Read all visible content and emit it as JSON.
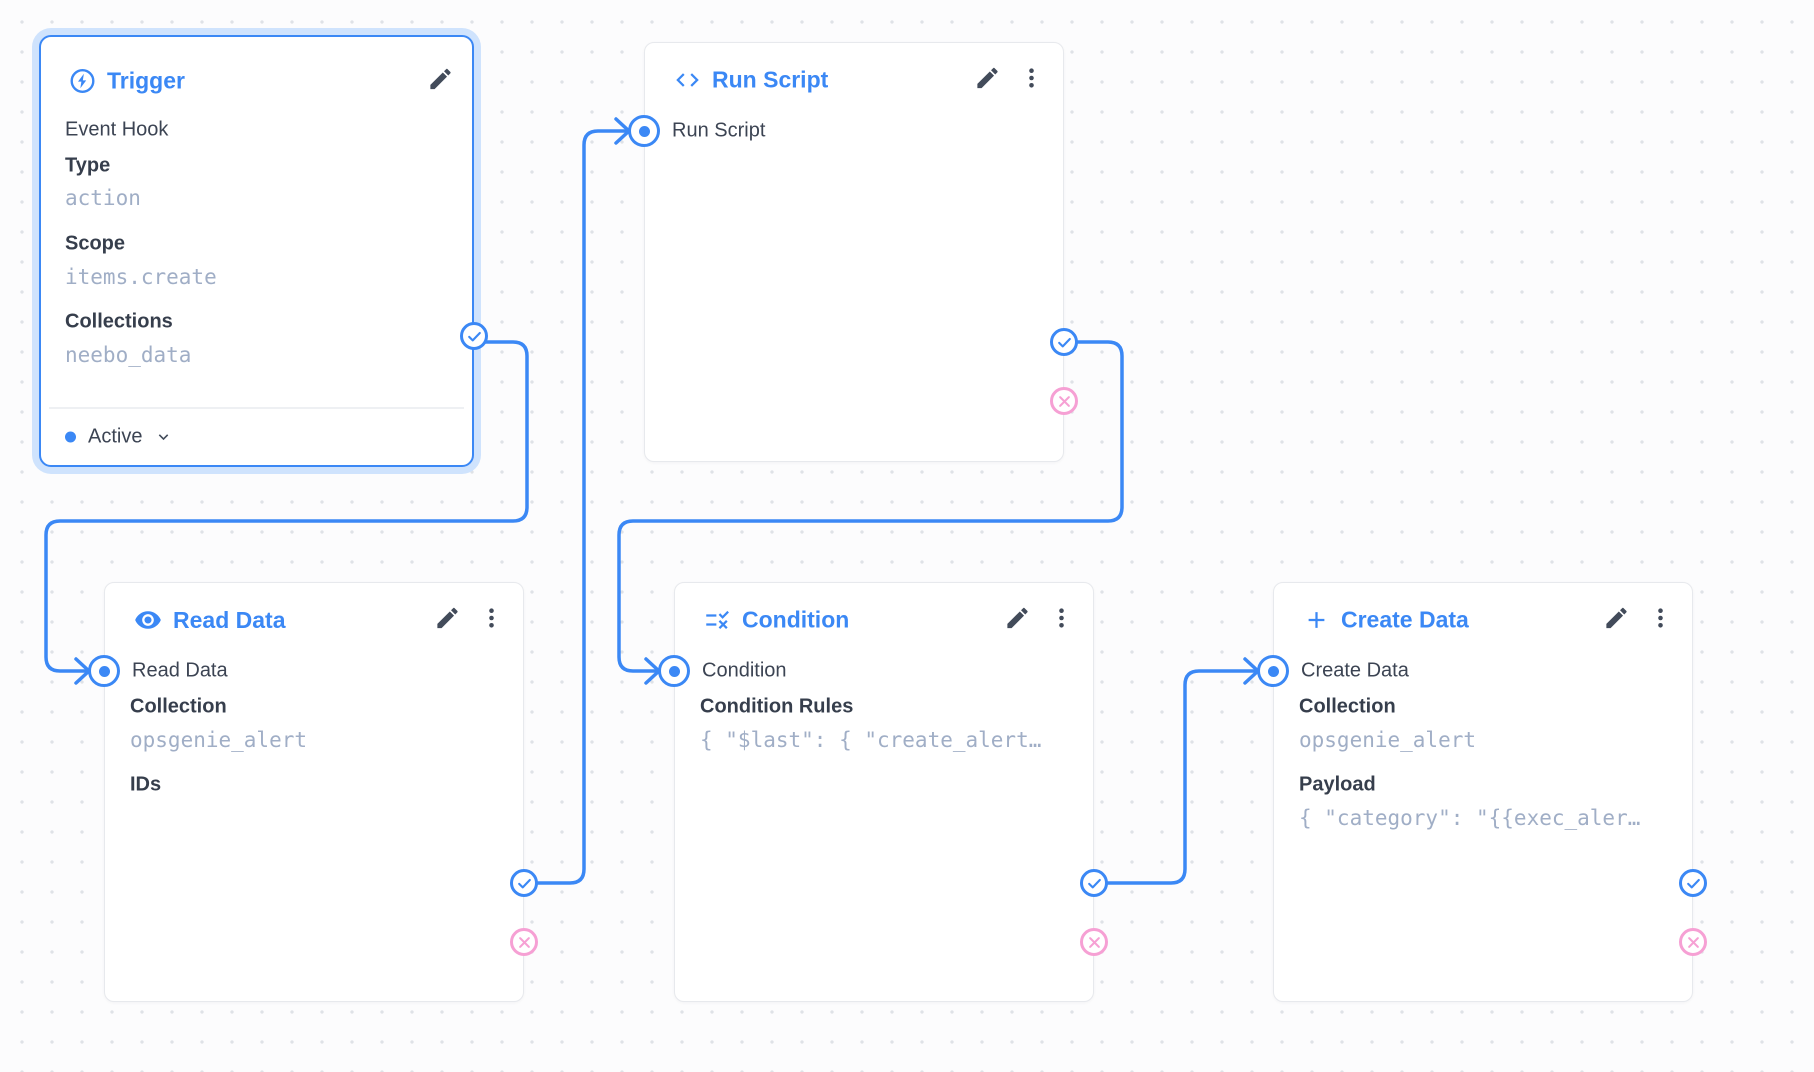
{
  "colors": {
    "accent": "#3b88f5",
    "reject_pink": "#f6a0d4",
    "value_gray": "#a0aec6"
  },
  "icons": {
    "trigger": "bolt-circle-icon",
    "run_script": "code-icon",
    "read_data": "eye-icon",
    "condition": "rule-icon",
    "create_data": "plus-icon",
    "edit": "pencil-icon",
    "menu": "kebab-icon",
    "status_expand": "chevron-down-icon",
    "resolve": "check-circle-icon",
    "reject": "x-circle-icon"
  },
  "flow": {
    "trigger": {
      "title": "Trigger",
      "subtitle": "Event Hook",
      "type_label": "Type",
      "type_value": "action",
      "scope_label": "Scope",
      "scope_value": "items.create",
      "collections_label": "Collections",
      "collections_value": "neebo_data",
      "status_label": "Active"
    },
    "run_script": {
      "title": "Run Script",
      "input_label": "Run Script"
    },
    "read_data": {
      "title": "Read Data",
      "input_label": "Read Data",
      "collection_label": "Collection",
      "collection_value": "opsgenie_alert",
      "ids_label": "IDs"
    },
    "condition": {
      "title": "Condition",
      "input_label": "Condition",
      "rules_label": "Condition Rules",
      "rules_value": "{ \"$last\": { \"create_alert…"
    },
    "create_data": {
      "title": "Create Data",
      "input_label": "Create Data",
      "collection_label": "Collection",
      "collection_value": "opsgenie_alert",
      "payload_label": "Payload",
      "payload_value": "{ \"category\": \"{{exec_aler…"
    }
  }
}
